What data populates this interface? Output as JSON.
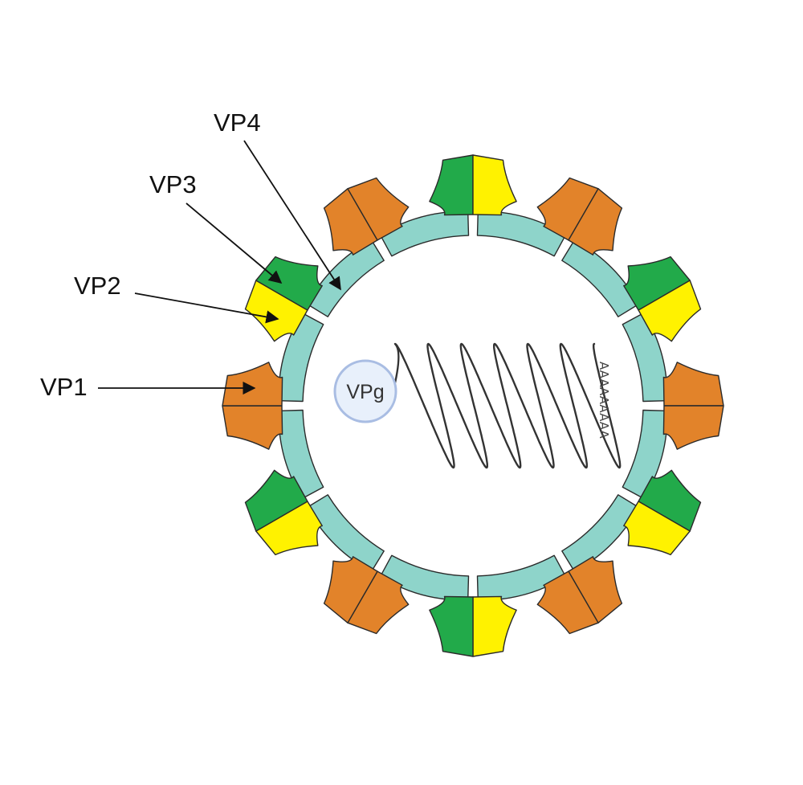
{
  "labels": {
    "vp1": "VP1",
    "vp2": "VP2",
    "vp3": "VP3",
    "vp4": "VP4",
    "vpg": "VPg",
    "poly_a": "AAAAAAAAA"
  },
  "colors": {
    "vp1": "#e2832a",
    "vp2": "#22aa4a",
    "vp3": "#fff200",
    "vp4": "#8ed4ca",
    "outline": "#2a2a2a",
    "vpg_fill": "#e8f0fb",
    "vpg_stroke": "#a9bde3"
  }
}
